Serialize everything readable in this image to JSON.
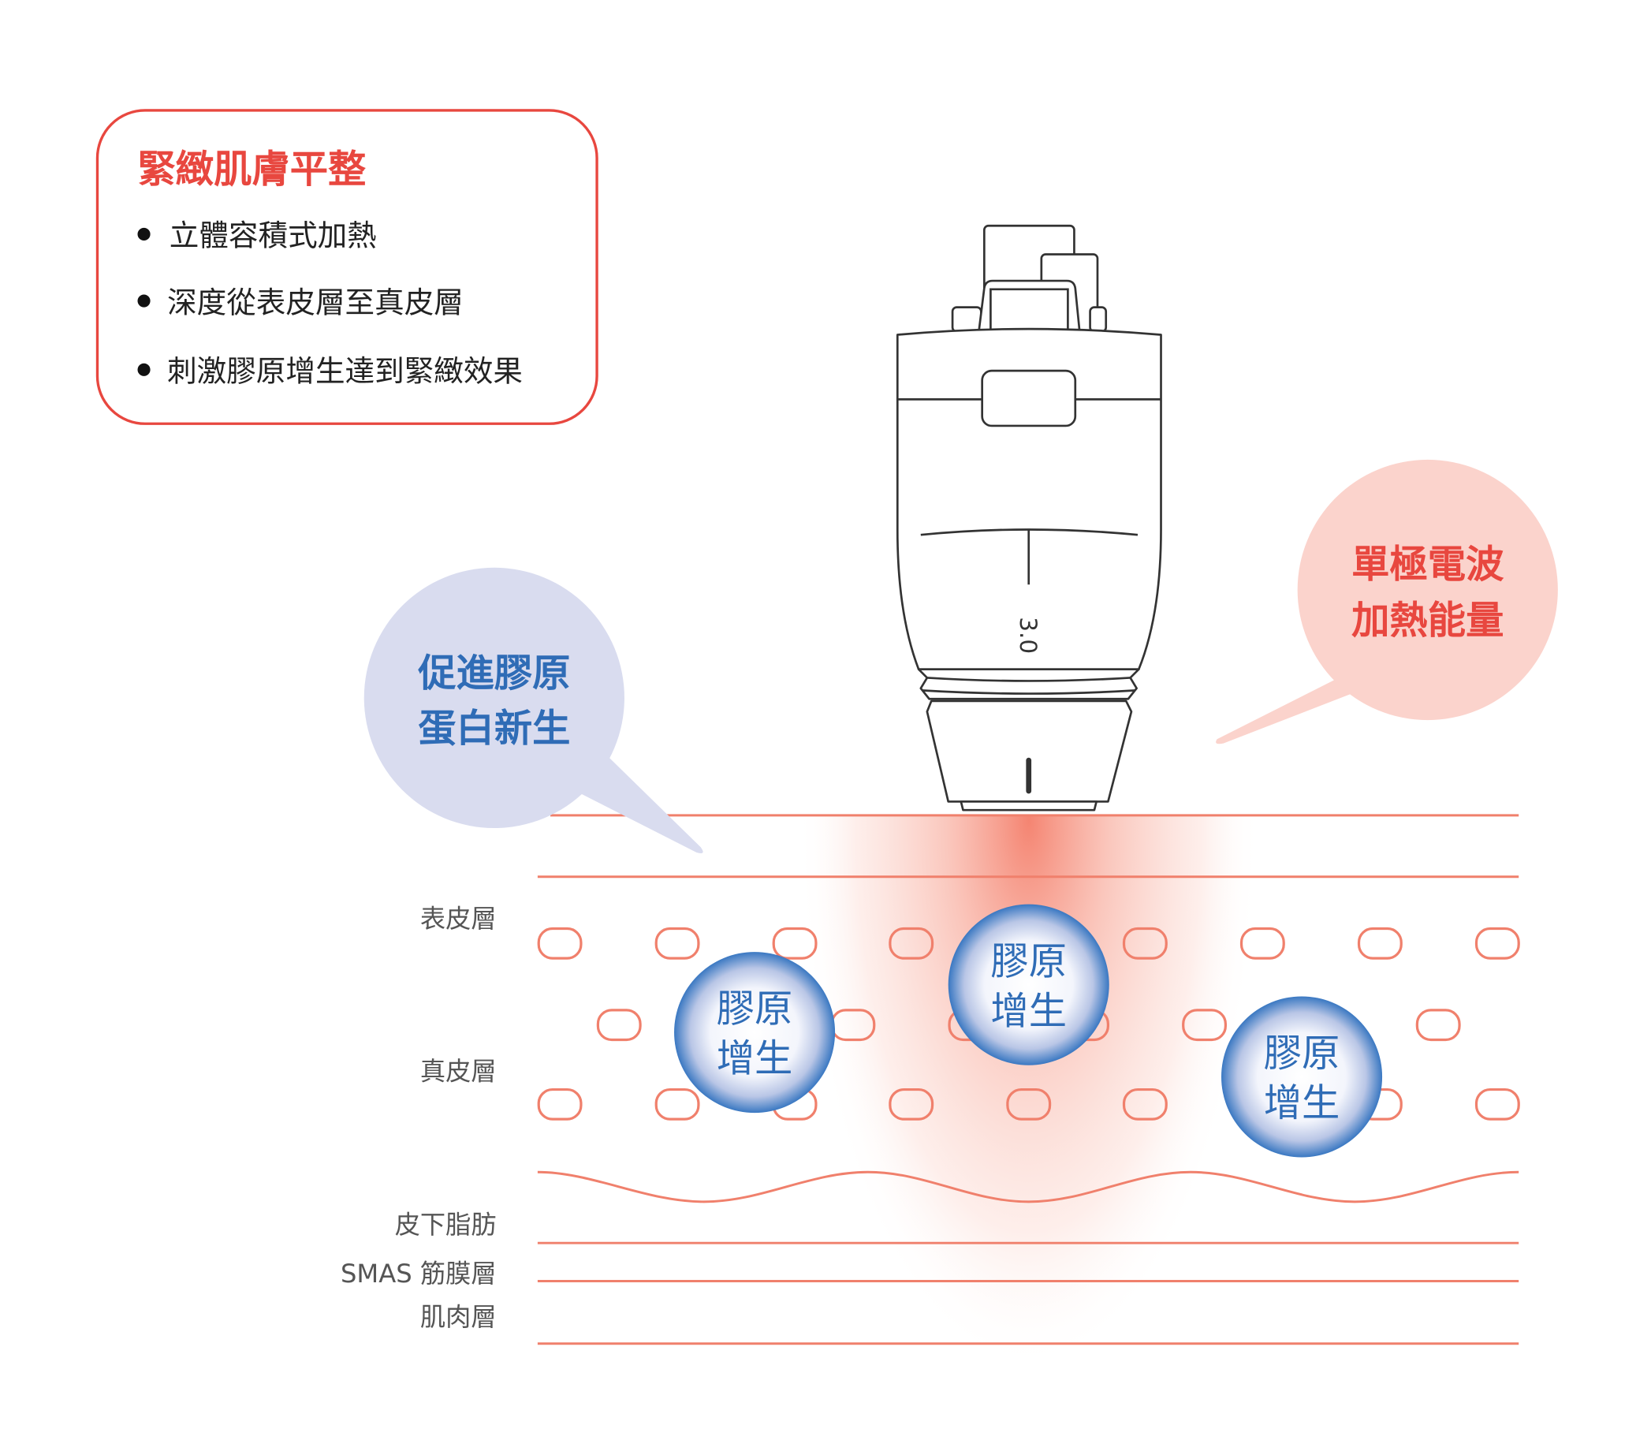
{
  "info_box": {
    "title": "緊緻肌膚平整",
    "bullets": [
      "立體容積式加熱",
      "深度從表皮層至真皮層",
      "刺激膠原增生達到緊緻效果"
    ]
  },
  "callout_energy": {
    "line1": "單極電波",
    "line2": "加熱能量"
  },
  "callout_collagen": {
    "line1": "促進膠原",
    "line2": "蛋白新生"
  },
  "device": {
    "depth_label": "3.0"
  },
  "layers": {
    "epidermis": "表皮層",
    "dermis": "真皮層",
    "subcutaneous_fat": "皮下脂肪",
    "smas": "SMAS 筋膜層",
    "muscle": "肌肉層"
  },
  "collagen_bubbles": [
    {
      "line1": "膠原",
      "line2": "增生"
    },
    {
      "line1": "膠原",
      "line2": "增生"
    },
    {
      "line1": "膠原",
      "line2": "增生"
    }
  ],
  "colors": {
    "red": "#e8473f",
    "blue": "#2f6cb6",
    "layer": "#f0806c",
    "pink": "#fbd3cc",
    "lavender": "#d9dcef"
  }
}
